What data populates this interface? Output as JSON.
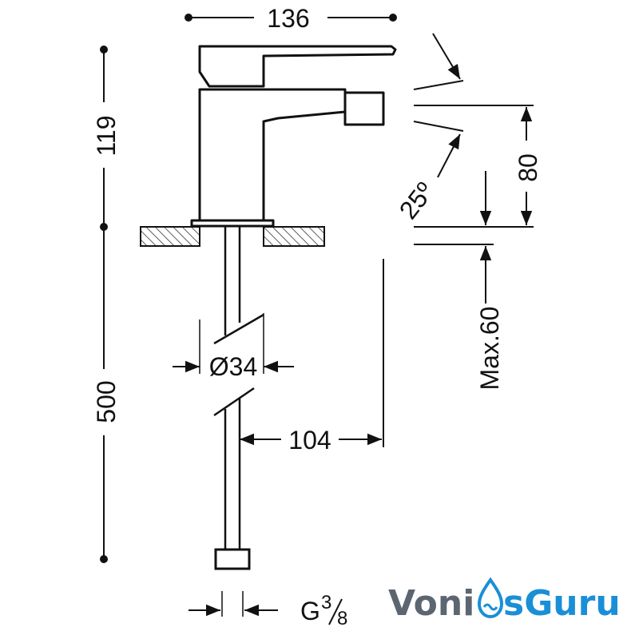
{
  "dimensions": {
    "width_top": "136",
    "height_upper": "119",
    "height_lower": "500",
    "spout_angle": "25º",
    "spout_height": "80",
    "max_thickness": "Max.60",
    "diameter": "Ø34",
    "reach": "104",
    "connection_prefix": "G",
    "connection_num": "3",
    "connection_den": "8"
  },
  "logo": {
    "part1": "Voni",
    "part2": "sGuru",
    "color_dark": "#5c6670",
    "color_blue": "#1a8fd6"
  },
  "colors": {
    "line": "#111111",
    "hatch": "#333333"
  }
}
